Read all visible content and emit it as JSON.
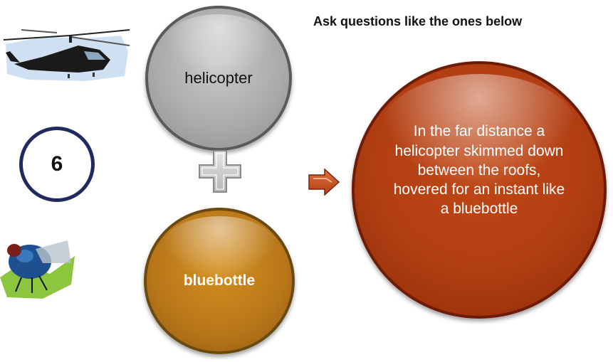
{
  "heading": "Ask questions like the ones below",
  "number": "6",
  "word1": "helicopter",
  "word2": "bluebottle",
  "sentence": "In the far distance a helicopter skimmed down between the roofs, hovered for an instant like a bluebottle",
  "colors": {
    "grey_bubble": "#a9a9a9",
    "orange_bubble": "#b8761a",
    "red_bubble": "#b13e12",
    "number_ring": "#1f2a5e"
  },
  "icons": [
    "helicopter-image",
    "bluebottle-fly-image",
    "plus-icon",
    "arrow-right-icon"
  ]
}
